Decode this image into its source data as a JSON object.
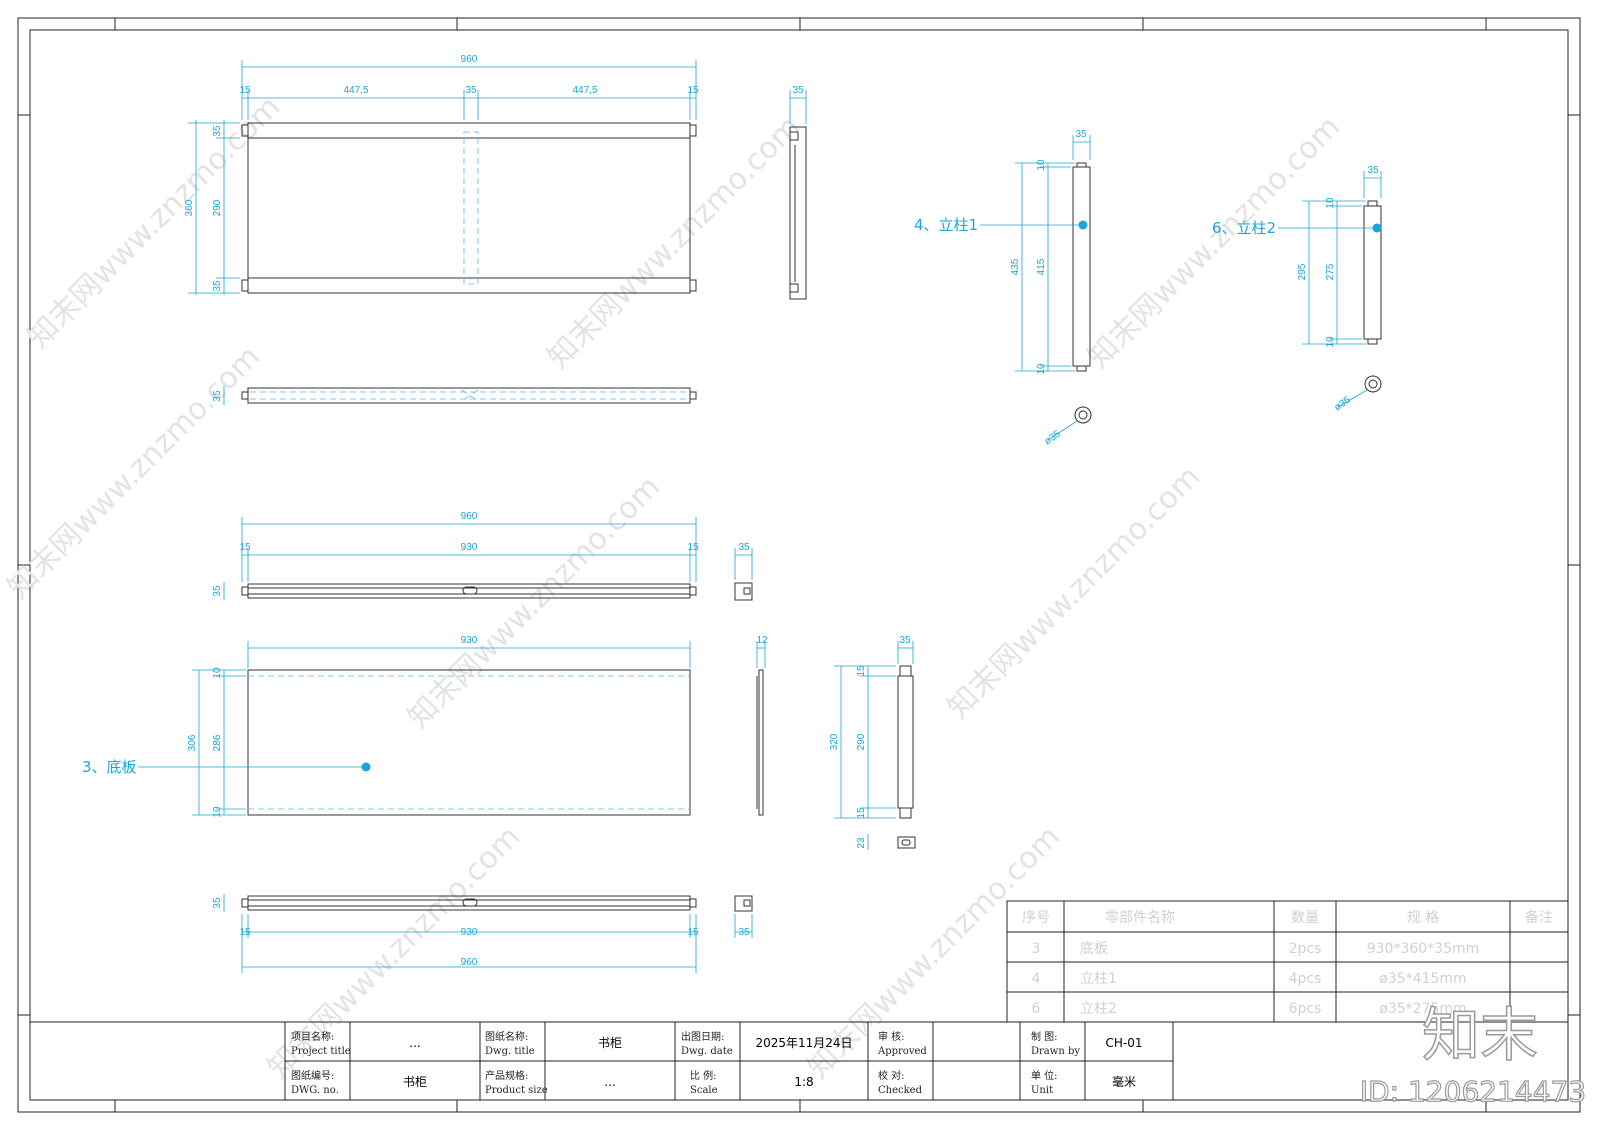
{
  "callouts": {
    "base_plate": "3、底板",
    "post1": "4、立柱1",
    "post2": "6、立柱2"
  },
  "dims": {
    "d960": "960",
    "d447": "447,5",
    "d35": "35",
    "d15": "15",
    "d360": "360",
    "d290": "290",
    "d930": "930",
    "d306": "306",
    "d286": "286",
    "d10": "10",
    "d12": "12",
    "d320": "320",
    "d23": "23",
    "d435": "435",
    "d415": "415",
    "d295": "295",
    "d275": "275",
    "phi35": "ø35"
  },
  "parts_table": {
    "headers": [
      "序号",
      "零部件名称",
      "数量",
      "规 格",
      "备注"
    ],
    "rows": [
      [
        "3",
        "底板",
        "2pcs",
        "930*360*35mm",
        ""
      ],
      [
        "4",
        "立柱1",
        "4pcs",
        "ø35*415mm",
        ""
      ],
      [
        "6",
        "立柱2",
        "6pcs",
        "ø35*275mm",
        ""
      ]
    ]
  },
  "title_block": {
    "project_title_label_cn": "项目名称:",
    "project_title_label_en": "Project title",
    "project_title_value": "...",
    "dwg_title_label_cn": "图纸名称:",
    "dwg_title_label_en": "Dwg. title",
    "dwg_title_value": "书柜",
    "dwg_date_label_cn": "出图日期:",
    "dwg_date_label_en": "Dwg. date",
    "dwg_date_value": "2025年11月24日",
    "approved_label_cn": "审  核:",
    "approved_label_en": "Approved",
    "approved_value": "",
    "drawn_label_cn": "制  图:",
    "drawn_label_en": "Drawn by",
    "drawn_value": "CH-01",
    "dwg_no_label_cn": "图纸编号:",
    "dwg_no_label_en": "DWG. no.",
    "dwg_no_value": "书柜",
    "product_size_label_cn": "产品规格:",
    "product_size_label_en": "Product size",
    "product_size_value": "...",
    "scale_label_cn": "比  例:",
    "scale_label_en": "Scale",
    "scale_value": "1:8",
    "checked_label_cn": "校  对:",
    "checked_label_en": "Checked",
    "checked_value": "",
    "unit_label_cn": "单  位:",
    "unit_label_en": "Unit",
    "unit_value": "毫米"
  },
  "watermark": {
    "text": "知末网www.znzmo.com",
    "logo": "知末",
    "id": "ID: 1206214473"
  },
  "colors": {
    "dimension": "#1aa6d6",
    "outline": "#333333"
  }
}
